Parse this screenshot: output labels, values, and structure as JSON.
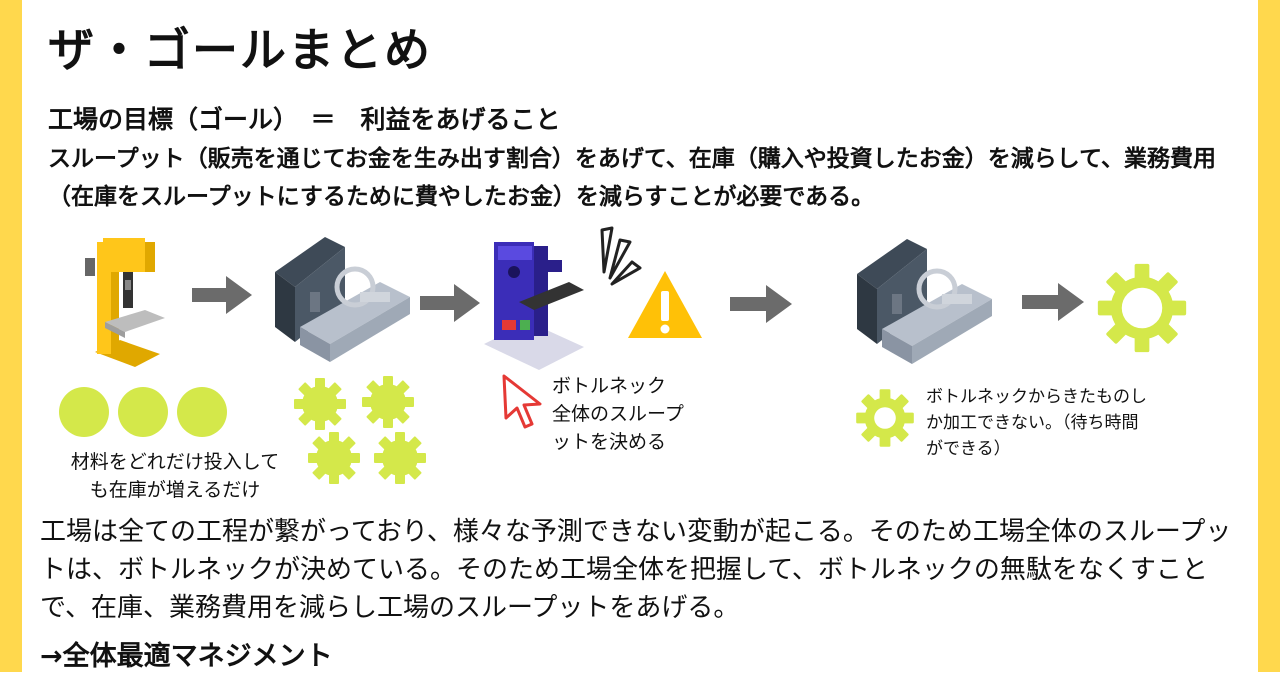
{
  "frame_color": "#FFD84D",
  "accent_green": "#D4E84A",
  "title": "ザ・ゴールまとめ",
  "goal_line": "工場の目標（ゴール）　＝　利益をあげること",
  "description": "スループット（販売を通じてお金を生み出す割合）をあげて、在庫（購入や投資したお金）を減らして、業務費用（在庫をスループットにするために費やしたお金）を減らすことが必要である。",
  "labels": {
    "materials": [
      "材料をどれだけ投入して",
      "も在庫が増えるだけ"
    ],
    "bottleneck": [
      "ボトルネック",
      "全体のスループ",
      "ットを決める"
    ],
    "downstream": [
      "ボトルネックからきたものし",
      "か加工できない。（待ち時間",
      "ができる）"
    ]
  },
  "summary": "工場は全ての工程が繋がっており、様々な予測できない変動が起こる。そのため工場全体のスループットは、ボトルネックが決めている。そのため工場全体を把握して、ボトルネックの無駄をなくすことで、在庫、業務費用を減らし工場のスループットをあげる。",
  "conclusion": "→全体最適マネジメント",
  "icons": [
    "yellow-drill-machine-icon",
    "arrow-right-icon",
    "lathe-machine-icon",
    "purple-machine-icon",
    "warning-icon",
    "gear-icon",
    "cursor-pointer-icon"
  ]
}
